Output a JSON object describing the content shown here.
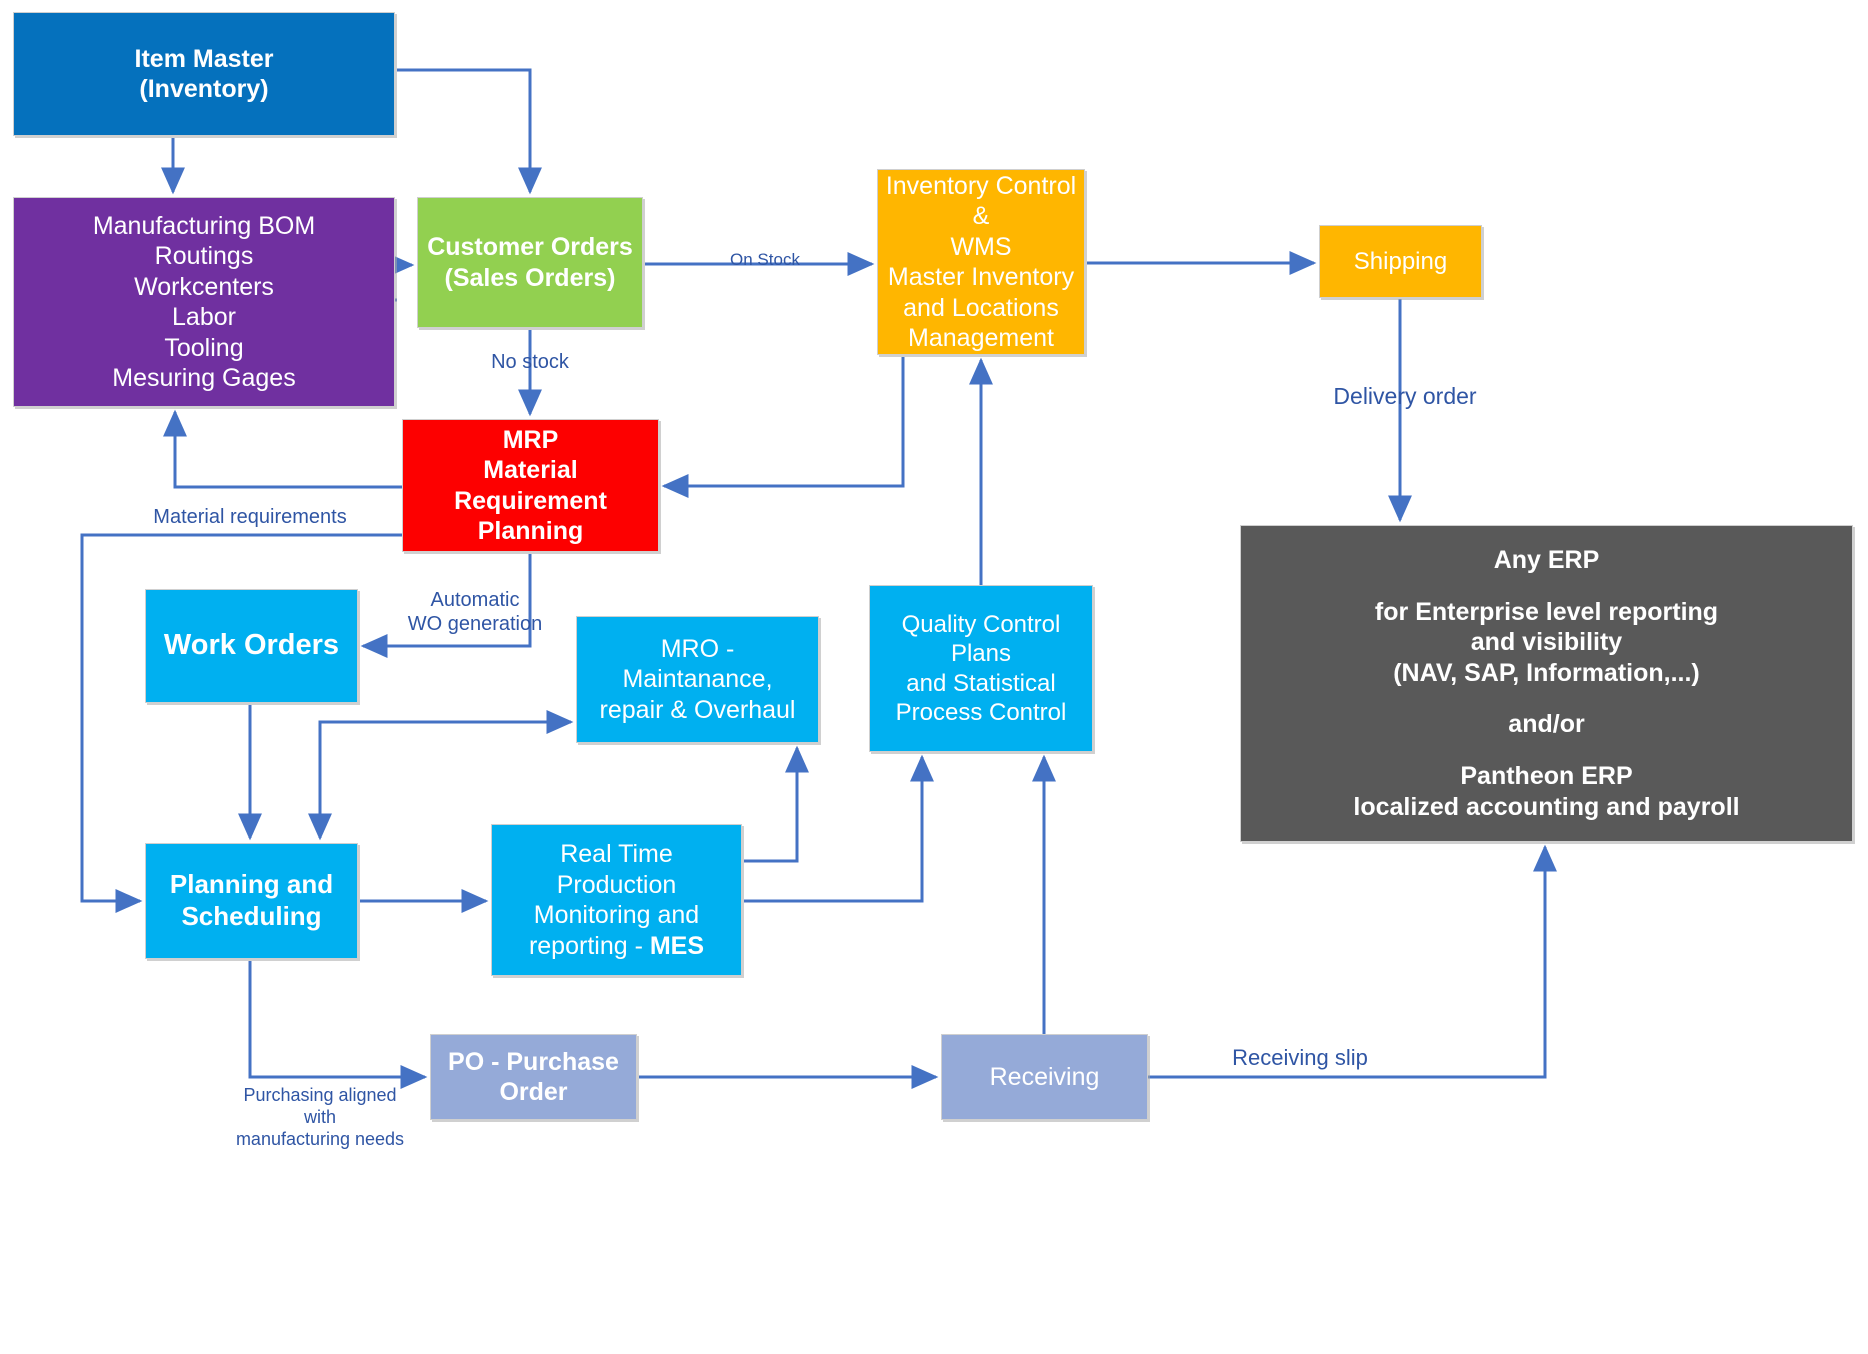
{
  "diagram": {
    "title": "Manufacturing ERP / MES Process Flow",
    "colors": {
      "item_master_blue": "#0571bd",
      "manufacturing_purple": "#7030a0",
      "customer_orders_green": "#92d050",
      "inventory_orange": "#ffb600",
      "shipping_orange": "#ffb600",
      "mrp_red": "#fd0000",
      "mes_cyan": "#00b0f0",
      "any_erp_gray": "#595959",
      "purchase_order_blue": "#95aad8",
      "arrow_blue": "#4472c4",
      "label_blue": "#2f55a4",
      "box_border_gray": "#cfcfcf",
      "background": "#ffffff"
    },
    "nodes": [
      {
        "id": "item-master",
        "lines": [
          "Item Master",
          "(Inventory)"
        ],
        "color": "#0571bd"
      },
      {
        "id": "manufacturing",
        "lines": [
          "Manufacturing BOM",
          "Routings",
          "Workcenters",
          "Labor",
          "Tooling",
          "Mesuring Gages"
        ],
        "color": "#7030a0"
      },
      {
        "id": "customer-orders",
        "lines": [
          "Customer Orders",
          "(Sales Orders)"
        ],
        "color": "#92d050"
      },
      {
        "id": "inventory-ctrl",
        "lines": [
          "Inventory Control &",
          "WMS",
          "Master Inventory",
          "and Locations",
          "Management"
        ],
        "color": "#ffb600"
      },
      {
        "id": "shipping",
        "lines": [
          "Shipping"
        ],
        "color": "#ffb600"
      },
      {
        "id": "mrp",
        "lines": [
          "MRP",
          "Material Requirement",
          "Planning"
        ],
        "color": "#fd0000"
      },
      {
        "id": "any-erp",
        "lines": [
          "Any ERP",
          "",
          "for Enterprise level reporting",
          "and visibility",
          "(NAV, SAP, Information,...)",
          "",
          "and/or",
          "",
          "Pantheon ERP",
          "localized accounting and payroll"
        ],
        "color": "#595959"
      },
      {
        "id": "work-orders",
        "lines": [
          "Work Orders"
        ],
        "color": "#00b0f0"
      },
      {
        "id": "mro",
        "lines": [
          "MRO -",
          "Maintanance,",
          "repair & Overhaul"
        ],
        "color": "#00b0f0"
      },
      {
        "id": "quality",
        "lines": [
          "Quality Control Plans",
          "and Statistical",
          "Process Control"
        ],
        "color": "#00b0f0"
      },
      {
        "id": "planning",
        "lines": [
          "Planning and",
          "Scheduling"
        ],
        "color": "#00b0f0"
      },
      {
        "id": "mes",
        "lines": [
          "Real Time Production",
          "Monitoring and",
          "reporting - MES"
        ],
        "color": "#00b0f0"
      },
      {
        "id": "purchase-order",
        "lines": [
          "PO - Purchase",
          "Order"
        ],
        "color": "#95aad8"
      },
      {
        "id": "receiving",
        "lines": [
          "Receiving"
        ],
        "color": "#95aad8"
      }
    ],
    "node_text": {
      "item_master_l1": "Item Master",
      "item_master_l2": "(Inventory)",
      "manufacturing_l1": "Manufacturing BOM",
      "manufacturing_l2": "Routings",
      "manufacturing_l3": "Workcenters",
      "manufacturing_l4": "Labor",
      "manufacturing_l5": "Tooling",
      "manufacturing_l6": "Mesuring Gages",
      "customer_orders_l1": "Customer Orders",
      "customer_orders_l2": "(Sales Orders)",
      "inventory_l1": "Inventory Control &",
      "inventory_l2": "WMS",
      "inventory_l3": "Master Inventory",
      "inventory_l4": "and Locations",
      "inventory_l5": "Management",
      "shipping_l1": "Shipping",
      "mrp_l1": "MRP",
      "mrp_l2": "Material Requirement",
      "mrp_l3": "Planning",
      "any_erp_l1": "Any ERP",
      "any_erp_l2": "for Enterprise level reporting",
      "any_erp_l3": "and visibility",
      "any_erp_l4": "(NAV, SAP, Information,...)",
      "any_erp_l5": "and/or",
      "any_erp_l6": "Pantheon ERP",
      "any_erp_l7": "localized accounting and payroll",
      "work_orders_l1": "Work Orders",
      "mro_l1": "MRO -",
      "mro_l2": "Maintanance,",
      "mro_l3": "repair & Overhaul",
      "quality_l1": "Quality Control Plans",
      "quality_l2": "and Statistical",
      "quality_l3": "Process Control",
      "planning_l1": "Planning and",
      "planning_l2": "Scheduling",
      "mes_l1": "Real Time Production",
      "mes_l2": "Monitoring and",
      "mes_l3a": "reporting - ",
      "mes_l3b": "MES",
      "purchase_order_l1": "PO - Purchase",
      "purchase_order_l2": "Order",
      "receiving_l1": "Receiving"
    },
    "edge_labels": {
      "on_stock": "On Stock",
      "no_stock": "No stock",
      "delivery_order": "Delivery order",
      "material_requirements": "Material requirements",
      "automatic_wo_generation": "Automatic\nWO generation",
      "purchasing_aligned": "Purchasing aligned with\nmanufacturing needs",
      "receiving_slip": "Receiving slip"
    },
    "edges": [
      {
        "from": "item-master",
        "to": "manufacturing",
        "label": ""
      },
      {
        "from": "item-master",
        "to": "customer-orders",
        "label": ""
      },
      {
        "from": "manufacturing",
        "to": "customer-orders",
        "label": ""
      },
      {
        "from": "customer-orders",
        "to": "inventory-ctrl",
        "label": "On Stock"
      },
      {
        "from": "customer-orders",
        "to": "mrp",
        "label": "No stock"
      },
      {
        "from": "inventory-ctrl",
        "to": "shipping",
        "label": ""
      },
      {
        "from": "inventory-ctrl",
        "to": "mrp",
        "label": ""
      },
      {
        "from": "shipping",
        "to": "any-erp",
        "label": "Delivery order"
      },
      {
        "from": "mrp",
        "to": "manufacturing",
        "label": "Material requirements"
      },
      {
        "from": "mrp",
        "to": "work-orders",
        "label": "Automatic WO generation"
      },
      {
        "from": "mrp",
        "to": "planning",
        "label": ""
      },
      {
        "from": "work-orders",
        "to": "planning",
        "label": ""
      },
      {
        "from": "work-orders",
        "to": "mro",
        "label": ""
      },
      {
        "from": "planning",
        "to": "mes",
        "label": ""
      },
      {
        "from": "planning",
        "to": "purchase-order",
        "label": "Purchasing aligned with manufacturing needs"
      },
      {
        "from": "mes",
        "to": "mro",
        "label": ""
      },
      {
        "from": "mes",
        "to": "quality",
        "label": ""
      },
      {
        "from": "quality",
        "to": "inventory-ctrl",
        "label": ""
      },
      {
        "from": "purchase-order",
        "to": "receiving",
        "label": ""
      },
      {
        "from": "receiving",
        "to": "quality",
        "label": ""
      },
      {
        "from": "receiving",
        "to": "any-erp",
        "label": "Receiving slip"
      }
    ]
  }
}
